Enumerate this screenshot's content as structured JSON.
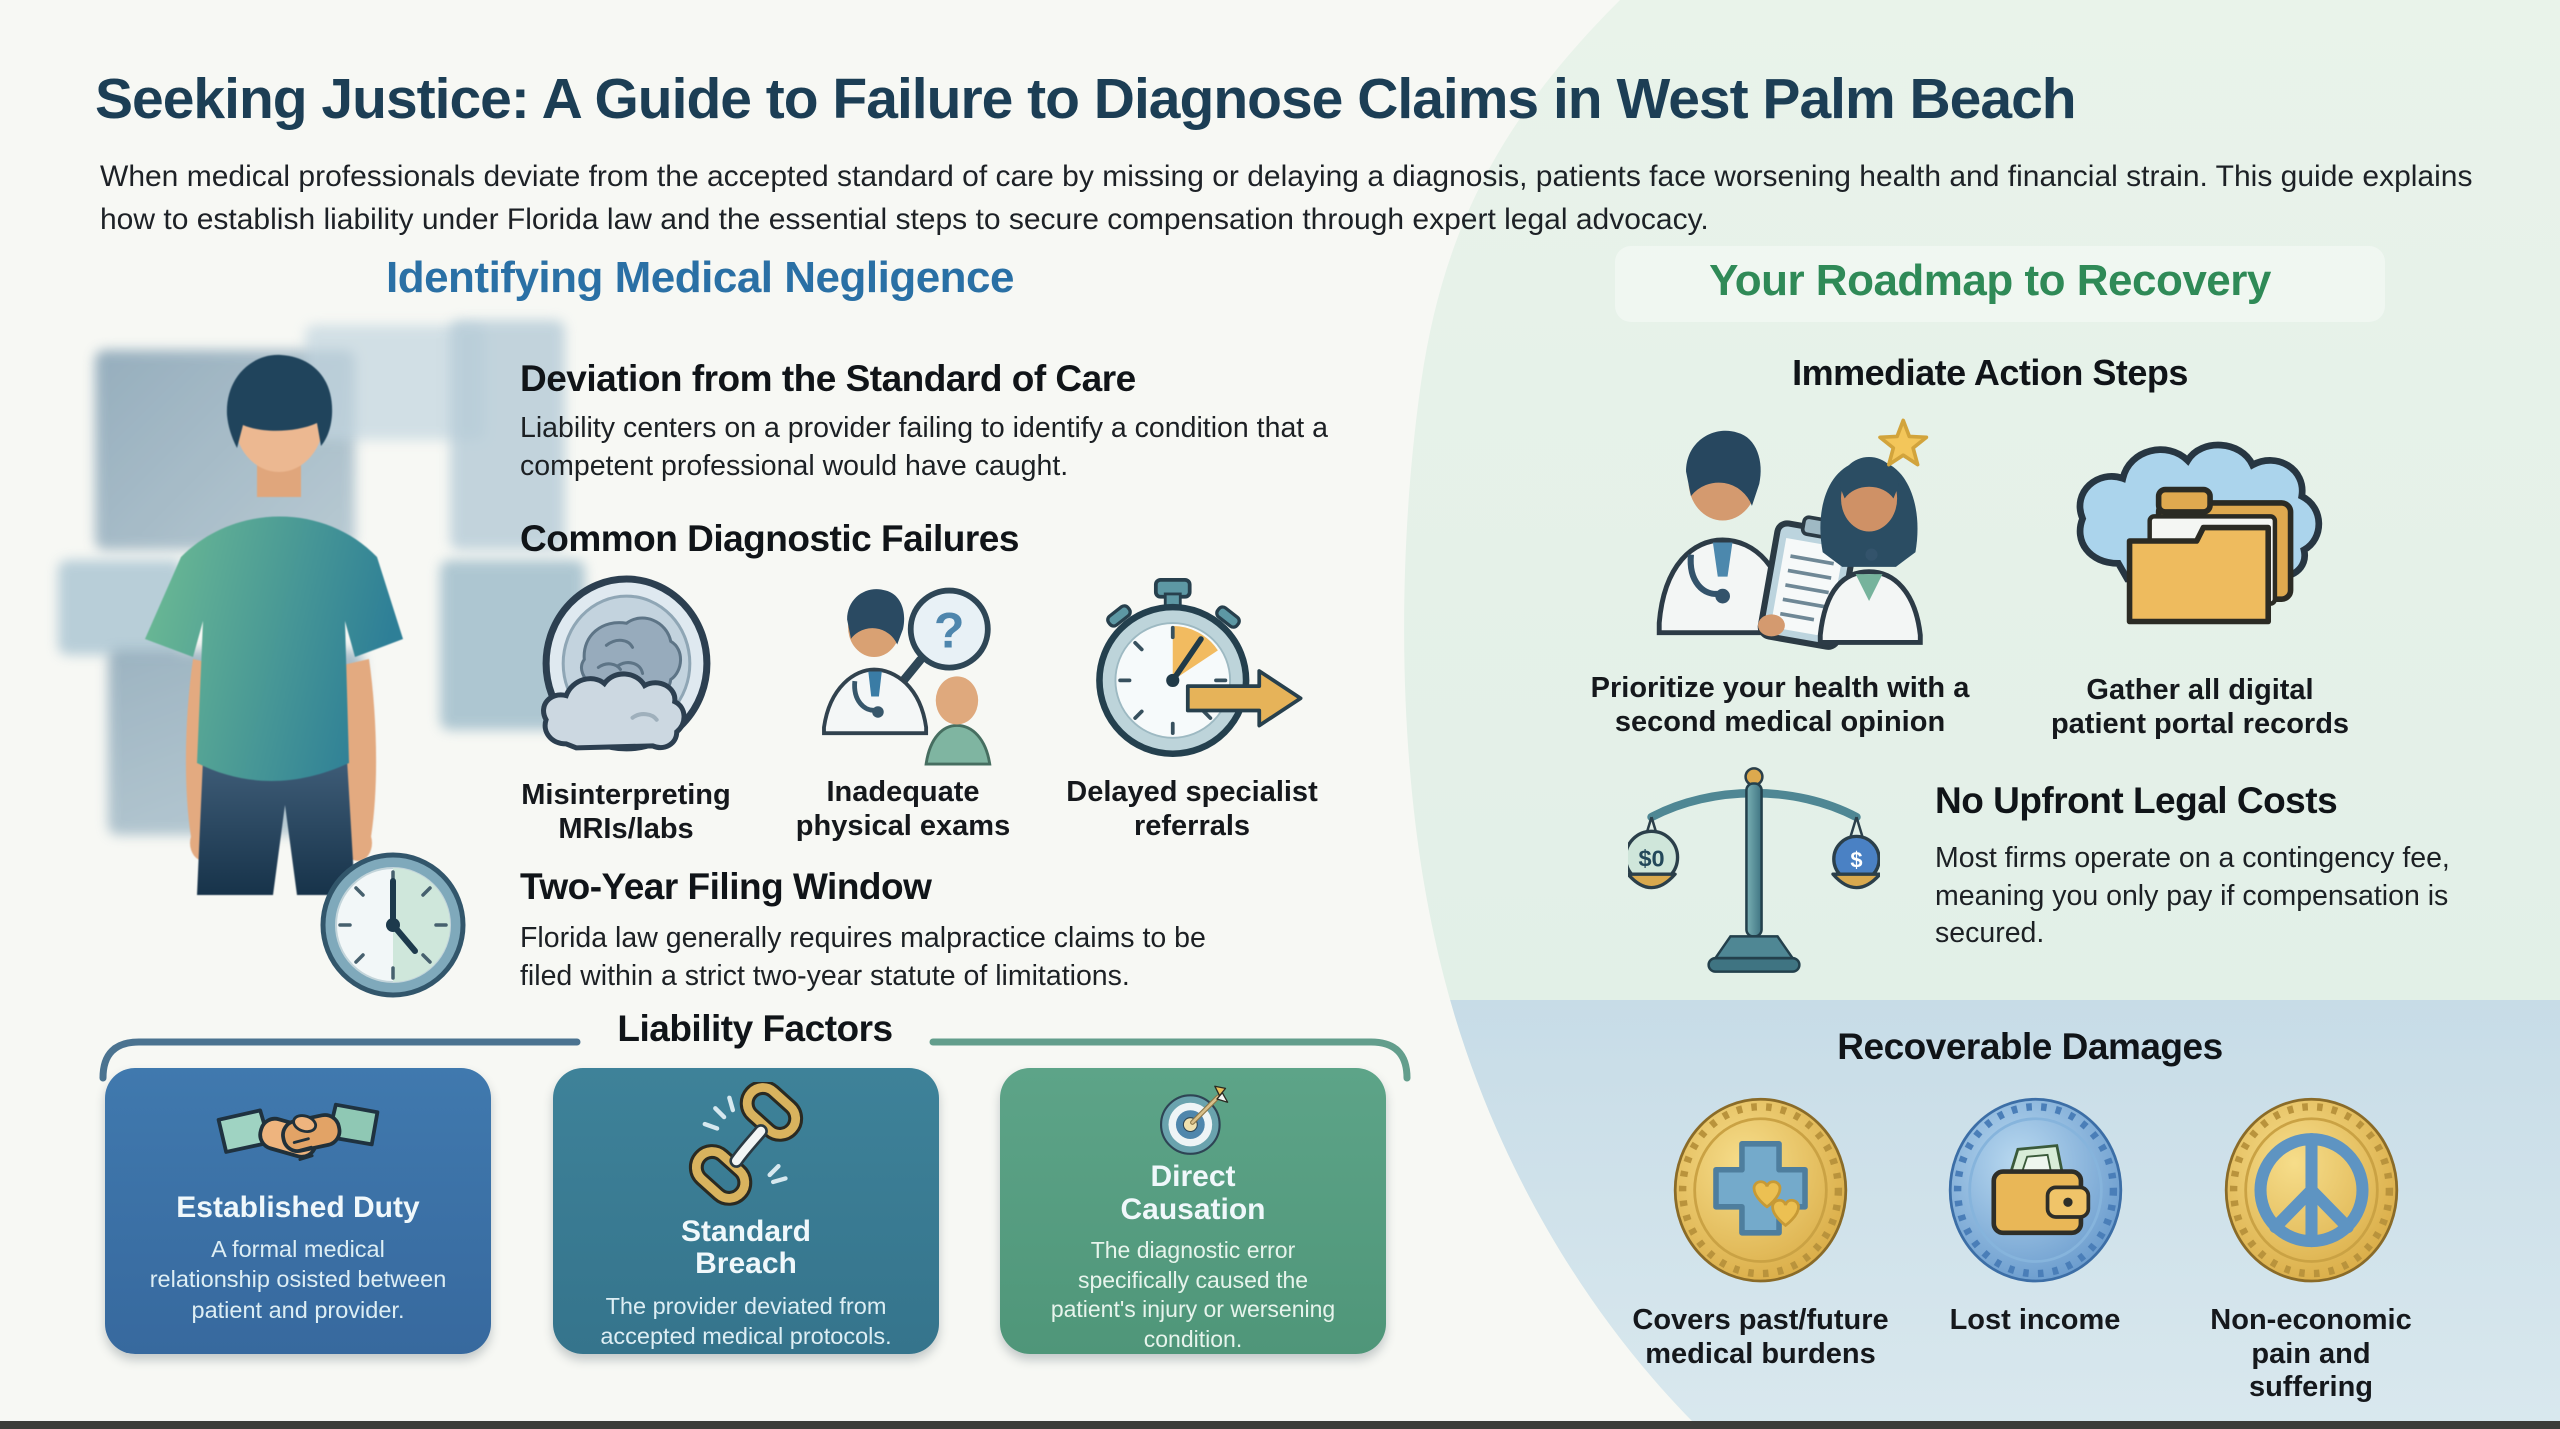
{
  "page": {
    "title": "Seeking Justice: A Guide to Failure to Diagnose Claims in West Palm Beach",
    "subtitle": "When medical professionals deviate from the accepted standard of care by missing or delaying a diagnosis, patients face worsening health and financial strain. This guide explains how to establish liability under Florida law and the essential steps to secure compensation through expert legal advocacy."
  },
  "left": {
    "heading": "Identifying Medical Negligence",
    "standard_of_care": {
      "title": "Deviation from the Standard of Care",
      "body": "Liability centers on a provider failing to identify a condition that a competent professional would have caught."
    },
    "diagnostic_failures": {
      "title": "Common Diagnostic Failures",
      "items": [
        {
          "icon": "brain-mri-cloud-icon",
          "label": "Misinterpreting MRIs/labs"
        },
        {
          "icon": "doctor-question-exam-icon",
          "label": "Inadequate physical exams"
        },
        {
          "icon": "stopwatch-arrow-icon",
          "label": "Delayed specialist referrals"
        }
      ]
    },
    "filing_window": {
      "icon": "clock-icon",
      "title": "Two-Year Filing Window",
      "body": "Florida law generally requires malpractice claims to be filed within a strict two-year statute of limitations."
    },
    "liability": {
      "title": "Liability Factors",
      "cards": [
        {
          "icon": "handshake-icon",
          "title": "Established Duty",
          "body": "A formal medical relationship osisted between patient and provider.",
          "color": "#3d74a9"
        },
        {
          "icon": "broken-chain-icon",
          "title": "Standard Breach",
          "body": "The provider deviated from accepted medical protocols.",
          "color": "#3a7e95"
        },
        {
          "icon": "target-arrow-icon",
          "title": "Direct Causation",
          "body": "The diagnostic error specifically caused the patient's injury or wersening condition.",
          "color": "#5ea287"
        }
      ]
    }
  },
  "right": {
    "heading": "Your Roadmap to Recovery",
    "action_steps": {
      "title": "Immediate Action Steps",
      "items": [
        {
          "icon": "second-opinion-doctors-icon",
          "label": "Prioritize your health with a second medical opinion"
        },
        {
          "icon": "cloud-folders-icon",
          "label": "Gather all digital patient portal records"
        }
      ]
    },
    "legal_costs": {
      "icon": "justice-scales-icon",
      "title": "No Upfront Legal Costs",
      "body": "Most firms operate on a contingency fee, meaning you only pay if compensation is secured.",
      "scale_left": "$0",
      "scale_right": "$"
    },
    "damages": {
      "title": "Recoverable Damages",
      "items": [
        {
          "icon": "medical-cross-coin-icon",
          "label": "Covers past/future medical burdens"
        },
        {
          "icon": "wallet-coin-icon",
          "label": "Lost income"
        },
        {
          "icon": "peace-coin-icon",
          "label": "Non-economic pain and suffering"
        }
      ]
    }
  },
  "colors": {
    "title_text": "#1c3e55",
    "left_heading": "#2a70a5",
    "right_heading": "#2f8a57",
    "panel_mint": "#e7f0e8",
    "panel_blue": "#ccdfe9",
    "card_established_duty": "#3d74a9",
    "card_standard_breach": "#3a7e95",
    "card_direct_causation": "#5ea287",
    "coin_gold": "#e3b54d",
    "coin_blue": "#76aed8",
    "bottom_bar": "#3c3d39"
  }
}
